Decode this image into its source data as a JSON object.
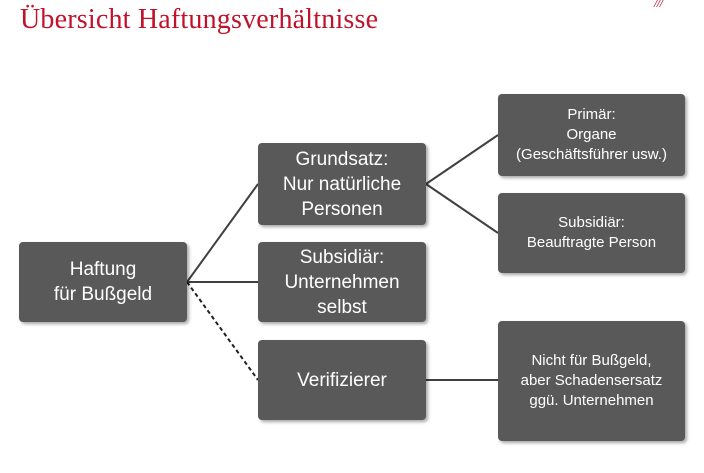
{
  "title": "Übersicht Haftungsverhältnisse",
  "logo_text": "///",
  "colors": {
    "title": "#c0122a",
    "box": "#595959",
    "line": "#404040"
  },
  "nodes": {
    "root": "Haftung\nfür Bußgeld",
    "grundsatz": "Grundsatz:\nNur natürliche\nPersonen",
    "subsidiaer_unternehmen": "Subsidiär:\nUnternehmen\nselbst",
    "verifizierer": "Verifizierer",
    "primaer": "Primär:\nOrgane\n(Geschäftsführer usw.)",
    "subsidiaer_person": "Subsidiär:\nBeauftragte Person",
    "nicht_fuer": "Nicht für Bußgeld,\naber Schadensersatz\nggü. Unternehmen"
  },
  "edges": [
    {
      "from": "root",
      "to": "grundsatz",
      "style": "solid"
    },
    {
      "from": "root",
      "to": "subsidiaer_unternehmen",
      "style": "solid"
    },
    {
      "from": "root",
      "to": "verifizierer",
      "style": "dashed"
    },
    {
      "from": "grundsatz",
      "to": "primaer",
      "style": "solid"
    },
    {
      "from": "grundsatz",
      "to": "subsidiaer_person",
      "style": "solid"
    },
    {
      "from": "verifizierer",
      "to": "nicht_fuer",
      "style": "solid"
    }
  ]
}
